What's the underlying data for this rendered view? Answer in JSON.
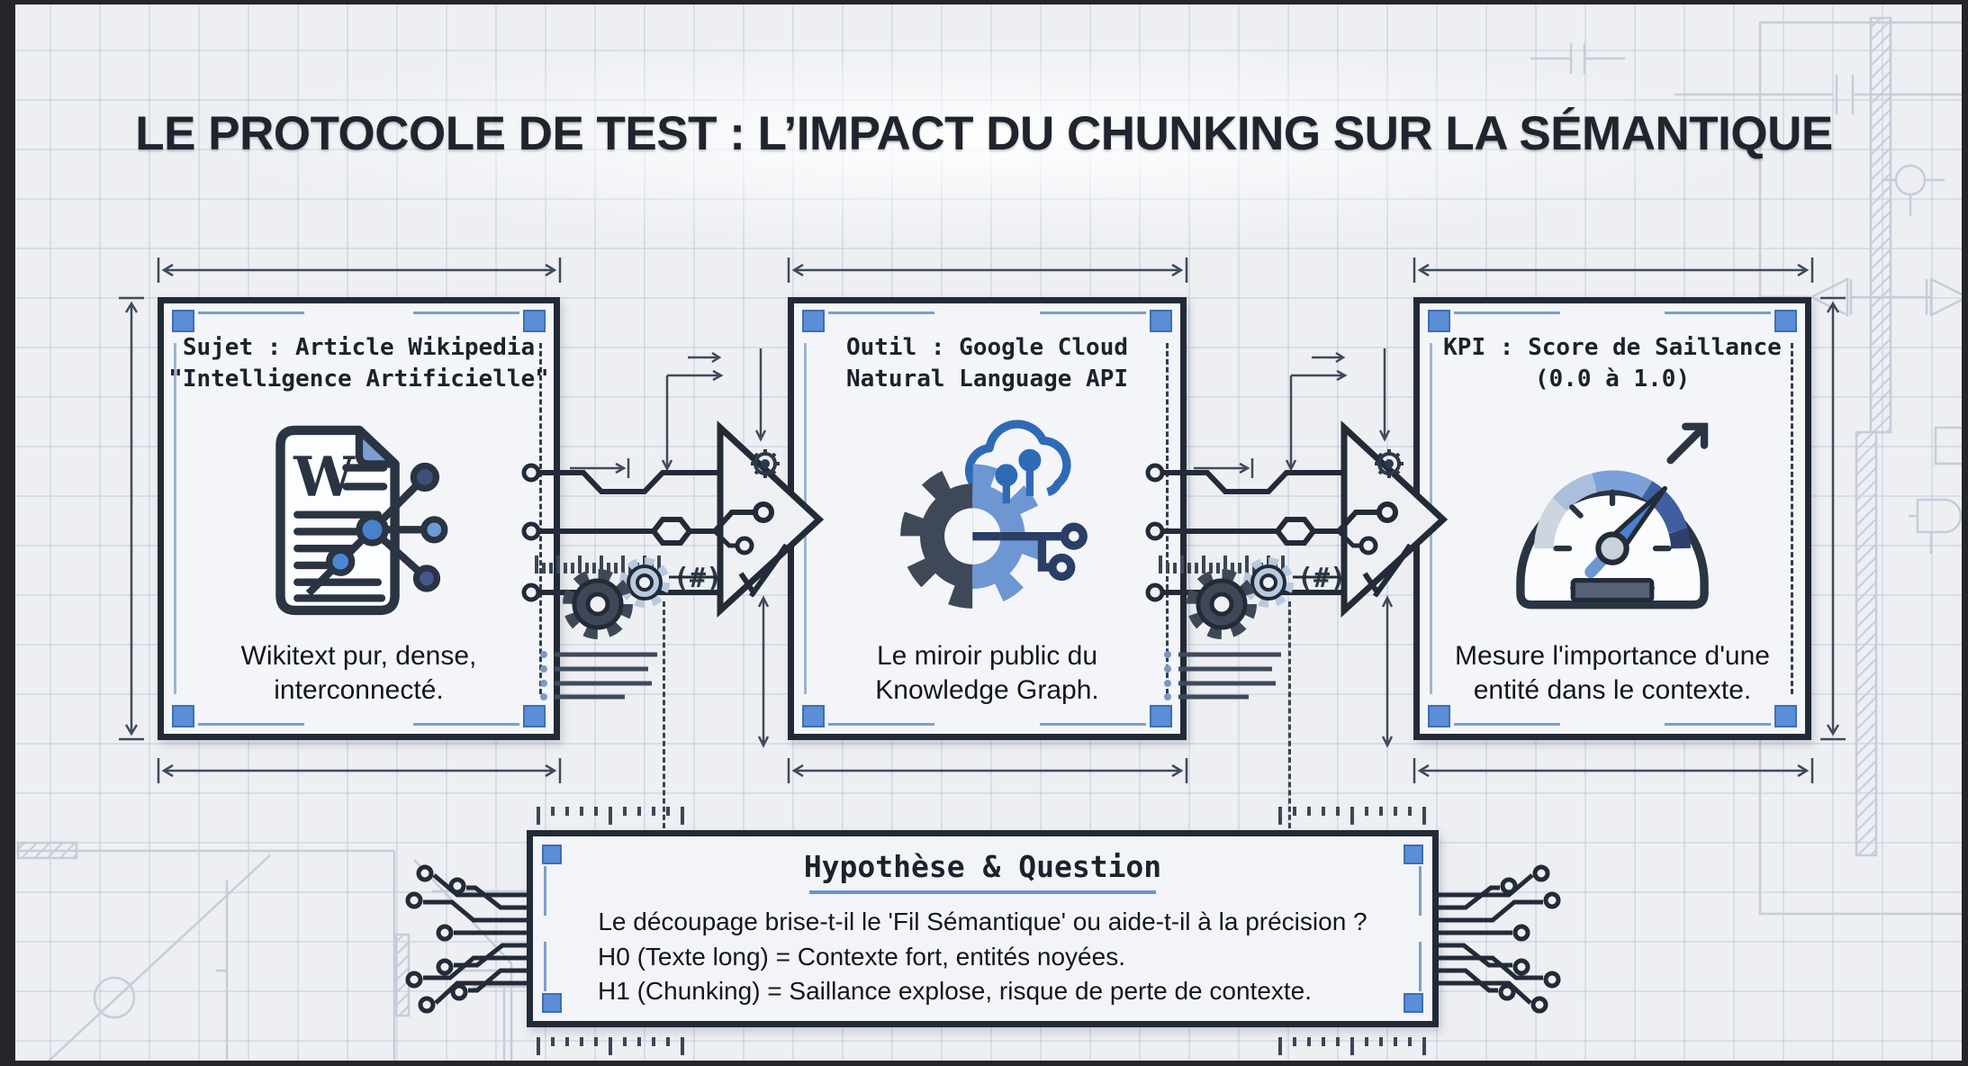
{
  "title": "LE PROTOCOLE DE TEST : L’IMPACT DU CHUNKING SUR LA SÉMANTIQUE",
  "cards": [
    {
      "header": "Sujet : Article Wikipedia\n\"Intelligence Artificielle\"",
      "caption": "Wikitext pur, dense,\ninterconnecté.",
      "icon": "wikipedia-document-graph-icon",
      "icon_letter": "W"
    },
    {
      "header": "Outil : Google Cloud\nNatural Language API",
      "caption": "Le miroir public du\nKnowledge Graph.",
      "icon": "gear-cloud-api-icon"
    },
    {
      "header": "KPI : Score de Saillance\n(0.0 à 1.0)",
      "caption": "Mesure l'importance d'une\nentité dans le contexte.",
      "icon": "gauge-icon"
    }
  ],
  "connector_glyph": "(#)",
  "hypothesis": {
    "title": "Hypothèse & Question",
    "lines": [
      "Le découpage brise-t-il le 'Fil Sémantique' ou aide-t-il à la précision ?",
      "H0 (Texte long) = Contexte fort, entités noyées.",
      "H1 (Chunking) = Saillance explose, risque de perte de contexte."
    ]
  },
  "colors": {
    "ink": "#232b38",
    "accent_blue": "#5b8ed6",
    "light_blue": "#7aa0cc",
    "background": "#edeff3",
    "blueprint": "#c5cdda",
    "gear_dark": "#3f4856",
    "gear_light": "#b9c9de"
  }
}
